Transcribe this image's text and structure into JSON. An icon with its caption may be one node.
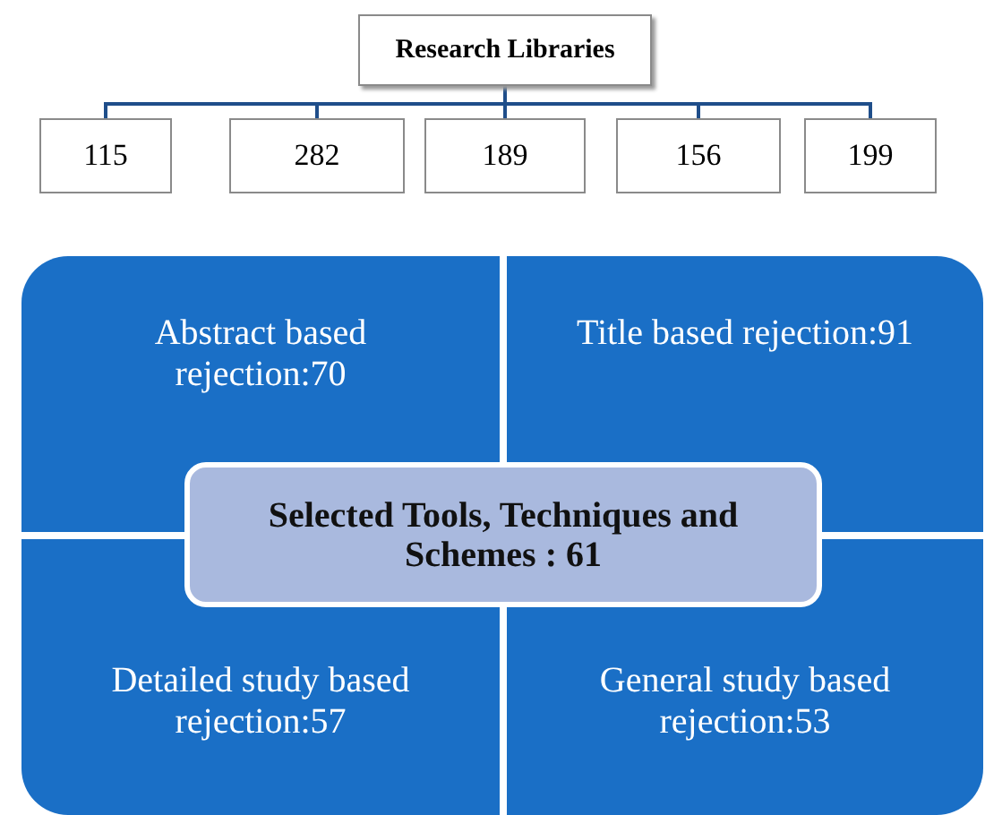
{
  "diagram": {
    "nodes": [
      {
        "text": [
          "Research Libraries"
        ]
      },
      {
        "text": [
          "115"
        ]
      },
      {
        "text": [
          "282"
        ]
      },
      {
        "text": [
          "189"
        ]
      },
      {
        "text": [
          "156"
        ]
      },
      {
        "text": [
          "199"
        ]
      },
      {
        "text": [
          "Abstract based rejection:70"
        ]
      },
      {
        "text": [
          "Title based rejection:91"
        ]
      },
      {
        "text": [
          "Detailed study based rejection:57"
        ]
      },
      {
        "text": [
          "General study based rejection:53"
        ]
      },
      {
        "text": [
          "Selected Tools, Techniques and Schemes : 61"
        ]
      }
    ],
    "edges": [
      {
        "from": 0,
        "to": 1,
        "arrow": "none"
      },
      {
        "from": 0,
        "to": 2,
        "arrow": "none"
      },
      {
        "from": 0,
        "to": 3,
        "arrow": "none"
      },
      {
        "from": 0,
        "to": 4,
        "arrow": "none"
      },
      {
        "from": 0,
        "to": 5,
        "arrow": "none"
      }
    ]
  }
}
